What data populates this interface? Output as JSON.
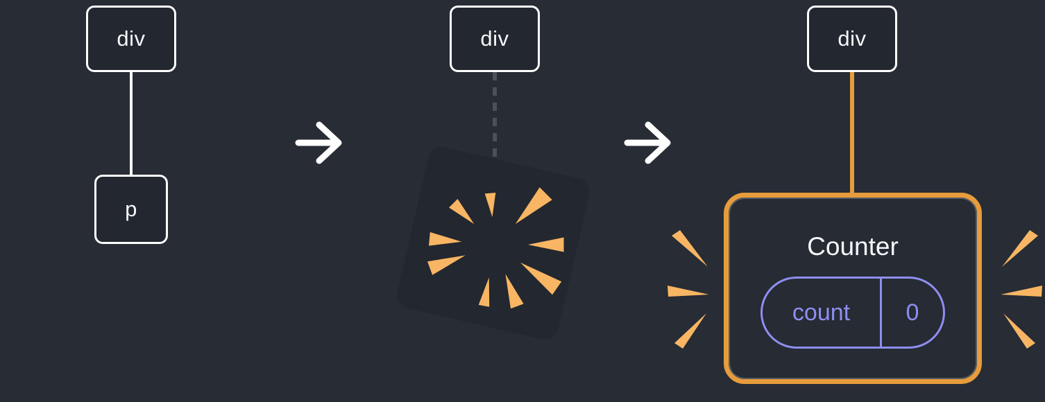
{
  "diagram": {
    "step1": {
      "parent_tag": "div",
      "child_tag": "p"
    },
    "step2": {
      "parent_tag": "div"
    },
    "step3": {
      "parent_tag": "div",
      "component_name": "Counter",
      "state": {
        "label": "count",
        "value": "0"
      }
    }
  },
  "icons": {
    "step_arrow": "→",
    "poof_burst": "✶",
    "emphasis_sparks": "✦"
  },
  "colors": {
    "background": "#272C35",
    "node_fill": "#23272F",
    "node_border": "#FFFFFF",
    "text_primary": "#F6F7F9",
    "highlight_orange": "#E79C3C",
    "burst_amber": "#F8B563",
    "state_purple": "#8E8EF0",
    "dashed_connector": "#4C5058"
  }
}
